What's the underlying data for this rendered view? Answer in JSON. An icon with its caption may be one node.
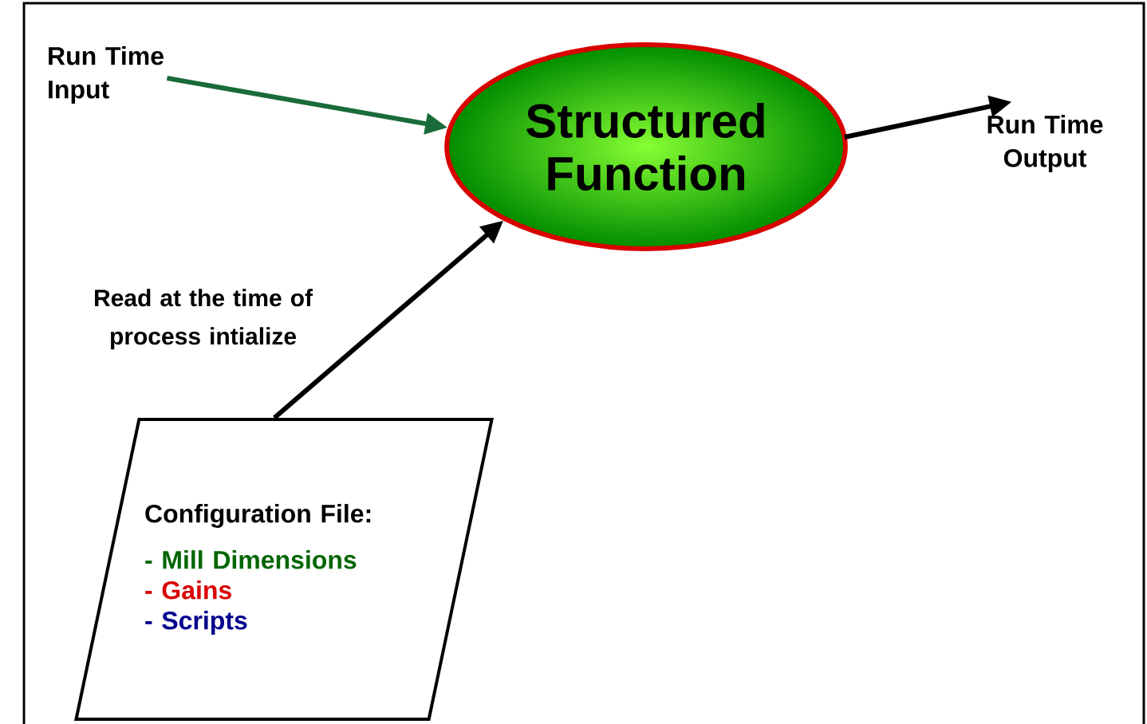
{
  "diagram": {
    "nodes": [
      {
        "text": [
          "Run Time Input"
        ]
      },
      {
        "text": [
          "Structured Function"
        ]
      },
      {
        "text": [
          "Run Time Output"
        ]
      },
      {
        "text": [
          "Configuration File:",
          "- Mill Dimensions",
          "- Gains",
          "- Scripts"
        ]
      }
    ],
    "edges": [
      {
        "from": 0,
        "to": 1,
        "arrow": "to",
        "color": "#1a6b3a"
      },
      {
        "from": 1,
        "to": 2,
        "arrow": "to"
      },
      {
        "from": 3,
        "to": 1,
        "arrow": "to",
        "label": "Read at the time of process intialize"
      }
    ]
  }
}
